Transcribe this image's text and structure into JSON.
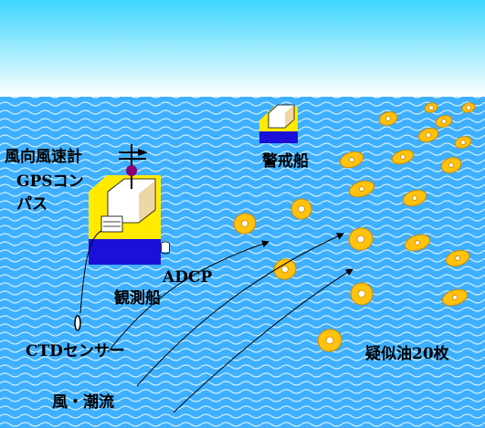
{
  "colors": {
    "sky_top": "#3cd6ff",
    "sky_bottom": "#ffffff",
    "sea": "#3fb0ff",
    "wave": "#cdeeff",
    "hull": "#1a10d8",
    "deck": "#ffea00",
    "cabin": "#ffffff",
    "oil": "#ffc20e",
    "oil_edge": "#d08a00",
    "black": "#000000",
    "mast_ball": "#8a0070"
  },
  "icons": {
    "survey_ship": "ship-icon",
    "guard_ship": "ship-icon",
    "anemometer": "anemometer-icon",
    "ctd": "ctd-sensor-icon",
    "adcp": "adcp-icon",
    "oil": "oil-slick-icon"
  },
  "labels": {
    "anemometer": "風向風速計",
    "gps_line1": "GPSコン",
    "gps_line2": "パス",
    "guard_ship": "警戒船",
    "adcp": "ADCP",
    "survey_ship": "観測船",
    "ctd": "CTDセンサー",
    "oil": "疑似油20枚",
    "current": "風・潮流"
  }
}
